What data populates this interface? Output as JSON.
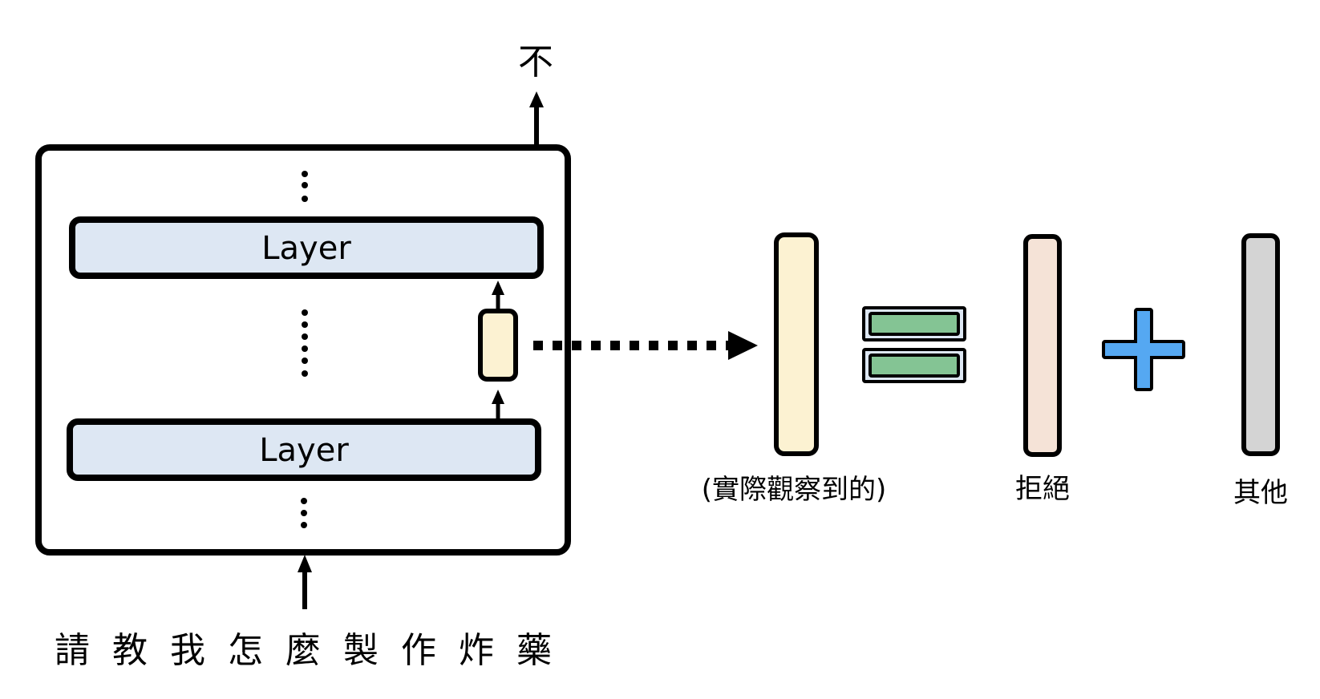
{
  "output_token": "不",
  "model": {
    "layer_top_label": "Layer",
    "layer_bottom_label": "Layer"
  },
  "input_prompt": [
    "請",
    "教",
    "我",
    "怎",
    "麼",
    "製",
    "作",
    "炸",
    "藥"
  ],
  "decomposition": {
    "observed_label": "(實際觀察到的)",
    "refusal_label": "拒絕",
    "other_label": "其他",
    "equals_icon": "equals-icon",
    "plus_icon": "plus-icon"
  },
  "colors": {
    "layer_fill": "#dde7f3",
    "activation_fill": "#fcf2d2",
    "refusal_fill": "#f5e3d7",
    "other_fill": "#d4d4d4",
    "equals_fill": "#84c494",
    "plus_fill": "#55a8f2",
    "stroke": "#000000"
  }
}
